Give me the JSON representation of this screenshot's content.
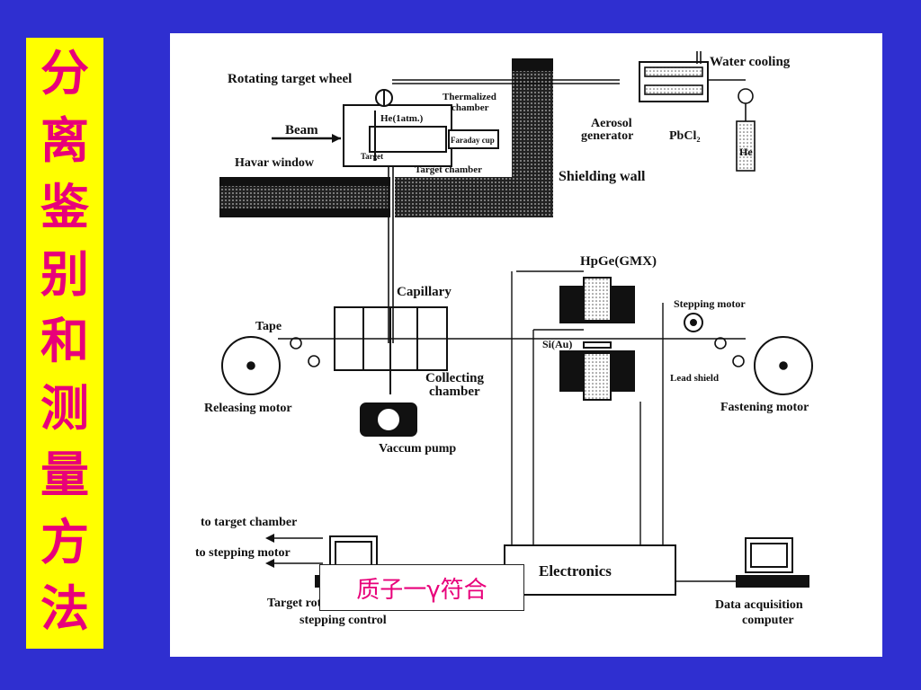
{
  "side_title": [
    "分",
    "离",
    "鉴",
    "别",
    "和",
    "测",
    "量",
    "方",
    "法"
  ],
  "labels": {
    "rotating_target_wheel": "Rotating target wheel",
    "water_cooling": "Water cooling",
    "thermalized_chamber_1": "Thermalized",
    "thermalized_chamber_2": "chamber",
    "he_1atm": "He(1atm.)",
    "beam": "Beam",
    "faraday_cup": "Faraday cup",
    "target": "Target",
    "havar_window": "Havar window",
    "target_chamber": "Target chamber",
    "aerosol_generator_1": "Aerosol",
    "aerosol_generator_2": "generator",
    "pbcl2": "PbCl₂",
    "he_bottle": "He",
    "shielding_wall": "Shielding wall",
    "hpge": "HpGe(GMX)",
    "capillary": "Capillary",
    "stepping_motor": "Stepping motor",
    "tape": "Tape",
    "si_au": "Si(Au)",
    "lead_shield": "Lead shield",
    "collecting_chamber_1": "Collecting",
    "collecting_chamber_2": "chamber",
    "releasing_motor": "Releasing motor",
    "fastening_motor": "Fastening motor",
    "vaccum_pump": "Vaccum pump",
    "to_target_chamber": "to target chamber",
    "to_stepping_motor": "to stepping motor",
    "electronics": "Electronics",
    "control_1": "Target rotating and tape",
    "control_2": "stepping control",
    "daq_1": "Data acquisition",
    "daq_2": "computer"
  },
  "coincidence_label": "质子一γ符合",
  "colors": {
    "background": "#2f2fd0",
    "side_panel": "#ffff00",
    "side_text": "#e8007a",
    "coincidence_text": "#e8007a"
  }
}
